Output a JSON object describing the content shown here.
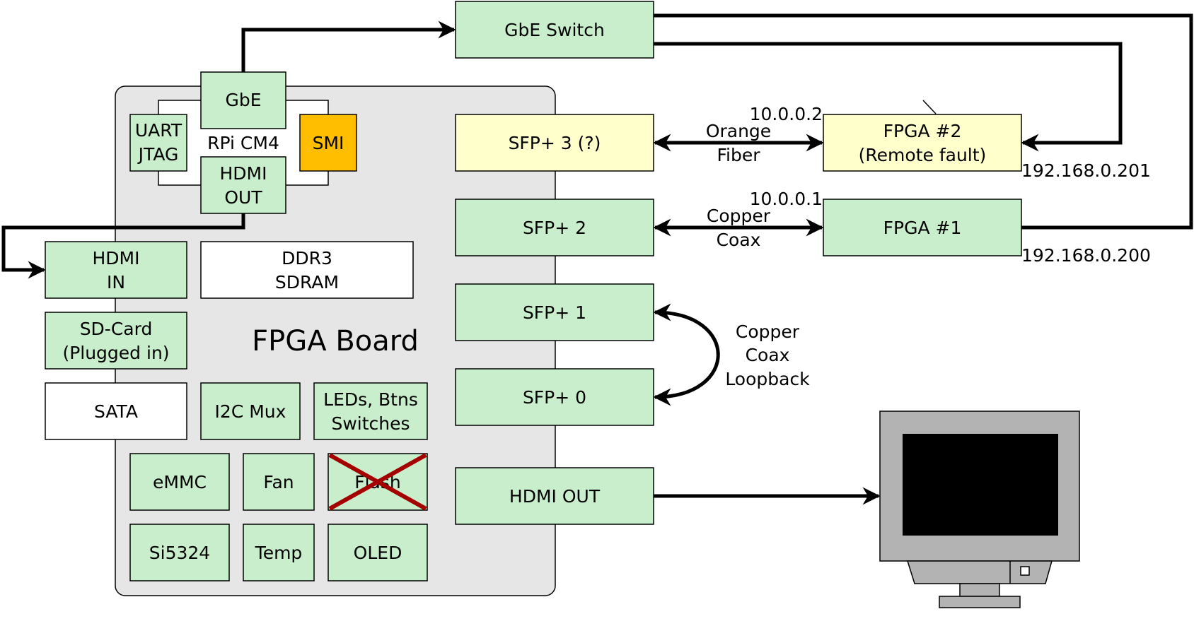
{
  "board": {
    "title": "FPGA Board"
  },
  "cm4": {
    "label": "RPi CM4",
    "gbe": "GbE",
    "uart": [
      "UART",
      "JTAG"
    ],
    "smi": "SMI",
    "hdmi_out": [
      "HDMI",
      "OUT"
    ]
  },
  "components": {
    "hdmi_in": [
      "HDMI",
      "IN"
    ],
    "ddr3": [
      "DDR3",
      "SDRAM"
    ],
    "sdcard": [
      "SD-Card",
      "(Plugged in)"
    ],
    "sata": "SATA",
    "i2c_mux": "I2C Mux",
    "leds": [
      "LEDs, Btns",
      "Switches"
    ],
    "emmc": "eMMC",
    "fan": "Fan",
    "flash": "Flash",
    "si5324": "Si5324",
    "temp": "Temp",
    "oled": "OLED"
  },
  "ports": {
    "sfp3": "SFP+ 3 (?)",
    "sfp2": "SFP+ 2",
    "sfp1": "SFP+ 1",
    "sfp0": "SFP+ 0",
    "hdmi_out": "HDMI OUT"
  },
  "external": {
    "gbe_switch": "GbE Switch",
    "fpga2": [
      "FPGA #2",
      "(Remote fault)"
    ],
    "fpga1": "FPGA #1",
    "fpga2_ip_top": "10.0.0.2",
    "fpga2_ip_bottom": "192.168.0.201",
    "fpga1_ip_top": "10.0.0.1",
    "fpga1_ip_bottom": "192.168.0.200"
  },
  "links": {
    "orange_fiber": [
      "Orange",
      "Fiber"
    ],
    "copper_coax": [
      "Copper",
      "Coax"
    ],
    "loopback": [
      "Copper",
      "Coax",
      "Loopback"
    ]
  },
  "colors": {
    "green": "#c8eecb",
    "yellow": "#ffffcc",
    "orange": "#ffbf00",
    "board_gray": "#e6e6e6",
    "monitor_gray": "#b3b3b3",
    "cross_red": "#a50000"
  }
}
